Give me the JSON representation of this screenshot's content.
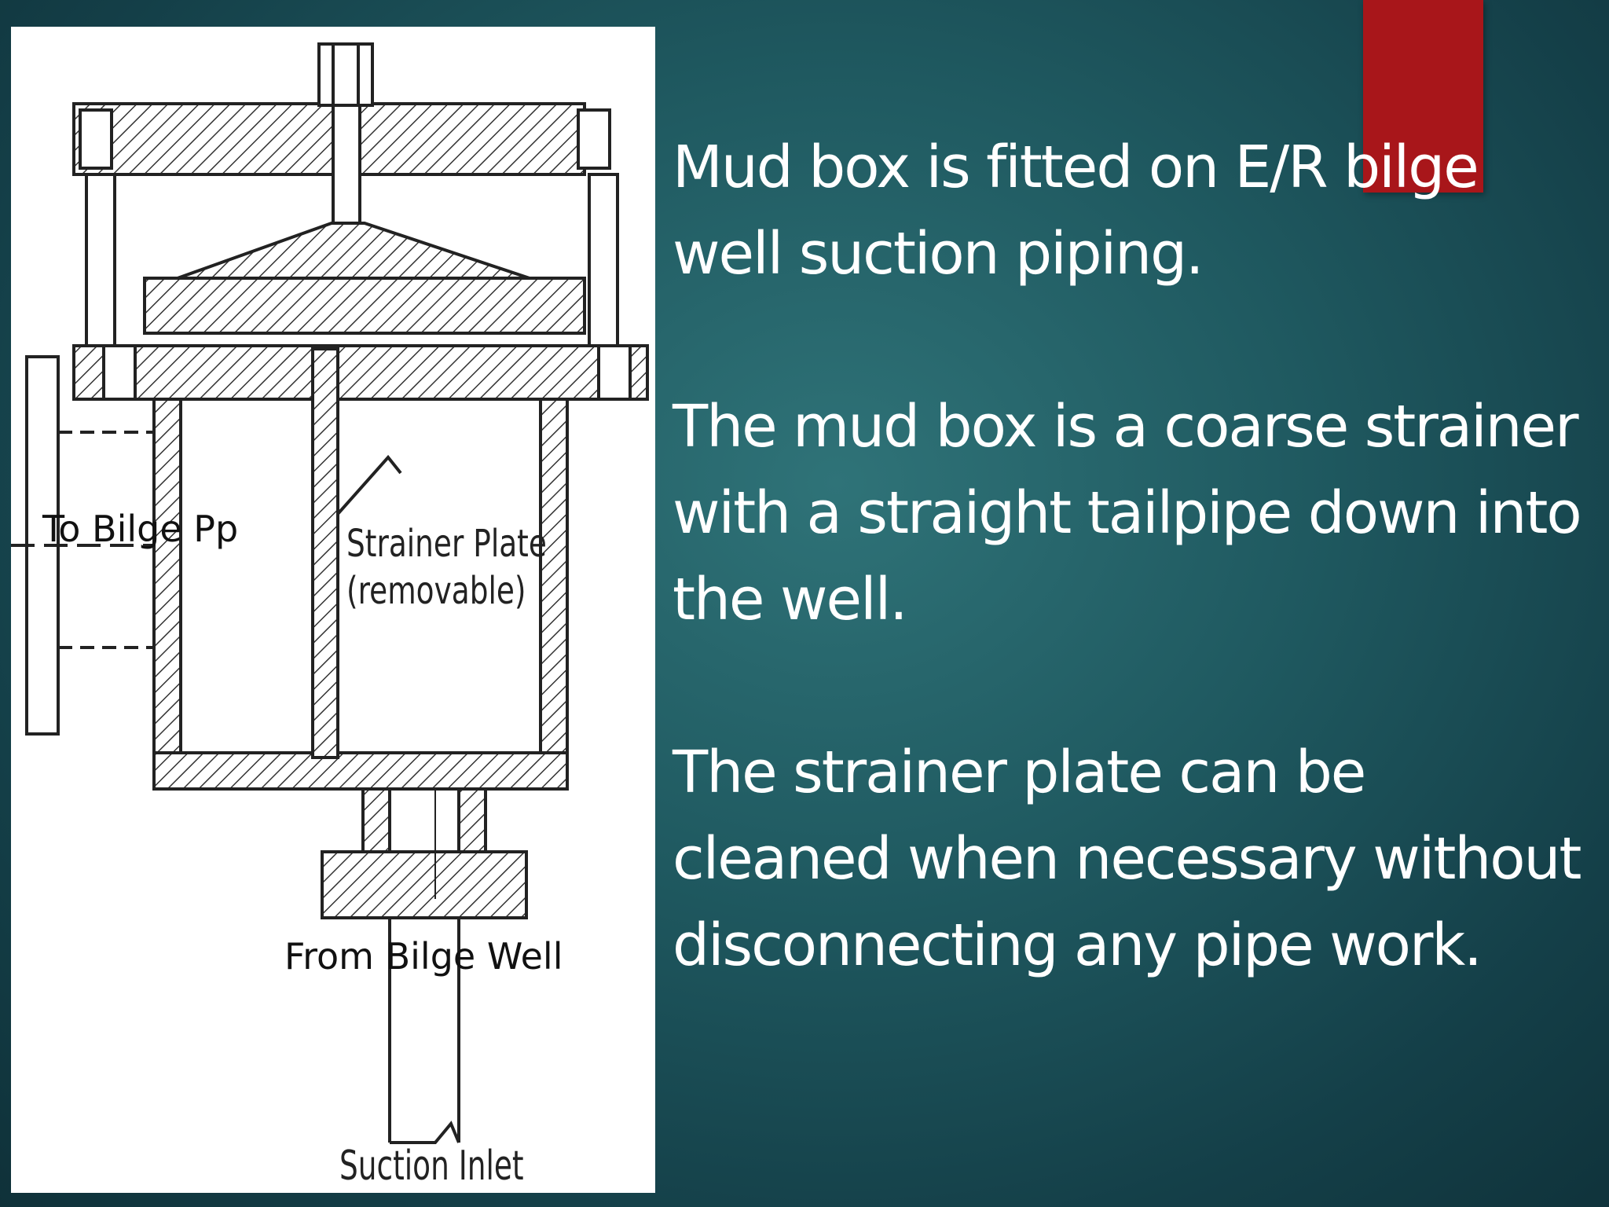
{
  "slide": {
    "accent_color": "#a8161a",
    "paragraphs": [
      "Mud box is fitted on E/R bilge well suction piping.",
      "The mud box is a coarse strainer with a straight tailpipe down into the well.",
      "The strainer plate can be cleaned when necessary without disconnecting any pipe work."
    ]
  },
  "diagram": {
    "labels": {
      "to_bilge_pump": "To Bilge Pp",
      "strainer_plate": "Strainer Plate",
      "removable": "(removable)",
      "from_bilge_well": "From Bilge Well",
      "suction_inlet": "Suction Inlet"
    }
  }
}
